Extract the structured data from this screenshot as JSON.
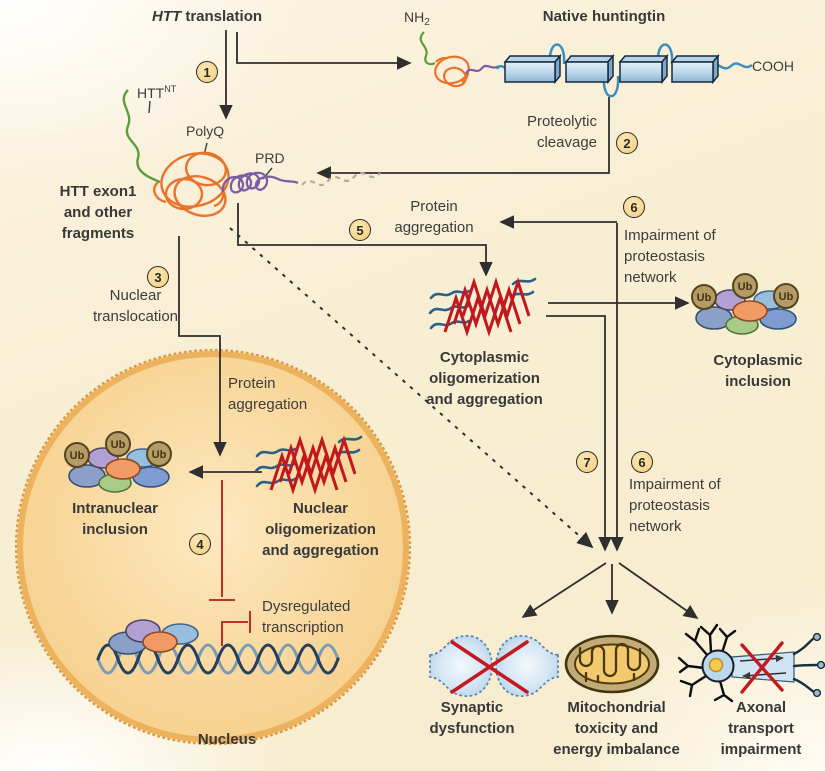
{
  "labels": {
    "htt_gene": "HTT",
    "translation": " translation",
    "native_huntingtin": "Native huntingtin",
    "nh": "NH",
    "nh_sub": "2",
    "cooh": "COOH",
    "htt_nt": "HTT",
    "htt_nt_sup": "NT",
    "polyq": "PolyQ",
    "prd": "PRD",
    "ub": "Ub",
    "nucleus": "Nucleus"
  },
  "steps": {
    "n1": "1",
    "n2": "2",
    "n3": "3",
    "n4": "4",
    "n5": "5",
    "n6": "6",
    "n7": "7"
  },
  "blocks": {
    "proteolytic": [
      "Proteolytic",
      "cleavage"
    ],
    "htt_exon1": [
      "HTT exon1",
      "and other",
      "fragments"
    ],
    "nuclear_translocation": [
      "Nuclear",
      "translocation"
    ],
    "protein_aggregation": [
      "Protein",
      "aggregation"
    ],
    "impairment": [
      "Impairment of",
      "proteostasis",
      "network"
    ],
    "cytoplasmic_oligomerization": [
      "Cytoplasmic",
      "oligomerization",
      "and aggregation"
    ],
    "cytoplasmic_inclusion": [
      "Cytoplasmic",
      "inclusion"
    ],
    "intranuclear_inclusion": [
      "Intranuclear",
      "inclusion"
    ],
    "nuclear_oligomerization": [
      "Nuclear",
      "oligomerization",
      "and aggregation"
    ],
    "dysregulated_transcription": [
      "Dysregulated",
      "transcription"
    ],
    "synaptic_dysfunction": [
      "Synaptic",
      "dysfunction"
    ],
    "mitochondrial_toxicity": [
      "Mitochondrial",
      "toxicity and",
      "energy imbalance"
    ],
    "axonal_transport": [
      "Axonal",
      "transport",
      "impairment"
    ]
  },
  "colors": {
    "arrow": "#2f2f2f",
    "inhibit_red": "#b5191f",
    "aggregate_red": "#c0181c",
    "aggregate_blue": "#2a6187",
    "nucleus_fill": "#f6cf8a",
    "nucleus_border": "#ecb25e",
    "polyq_orange": "#e8742c",
    "prd_purple": "#7b5ea7",
    "nterm_green": "#5a9e3c",
    "backbone_blue": "#3a8fc0",
    "step_badge": "#f3cf7f"
  }
}
